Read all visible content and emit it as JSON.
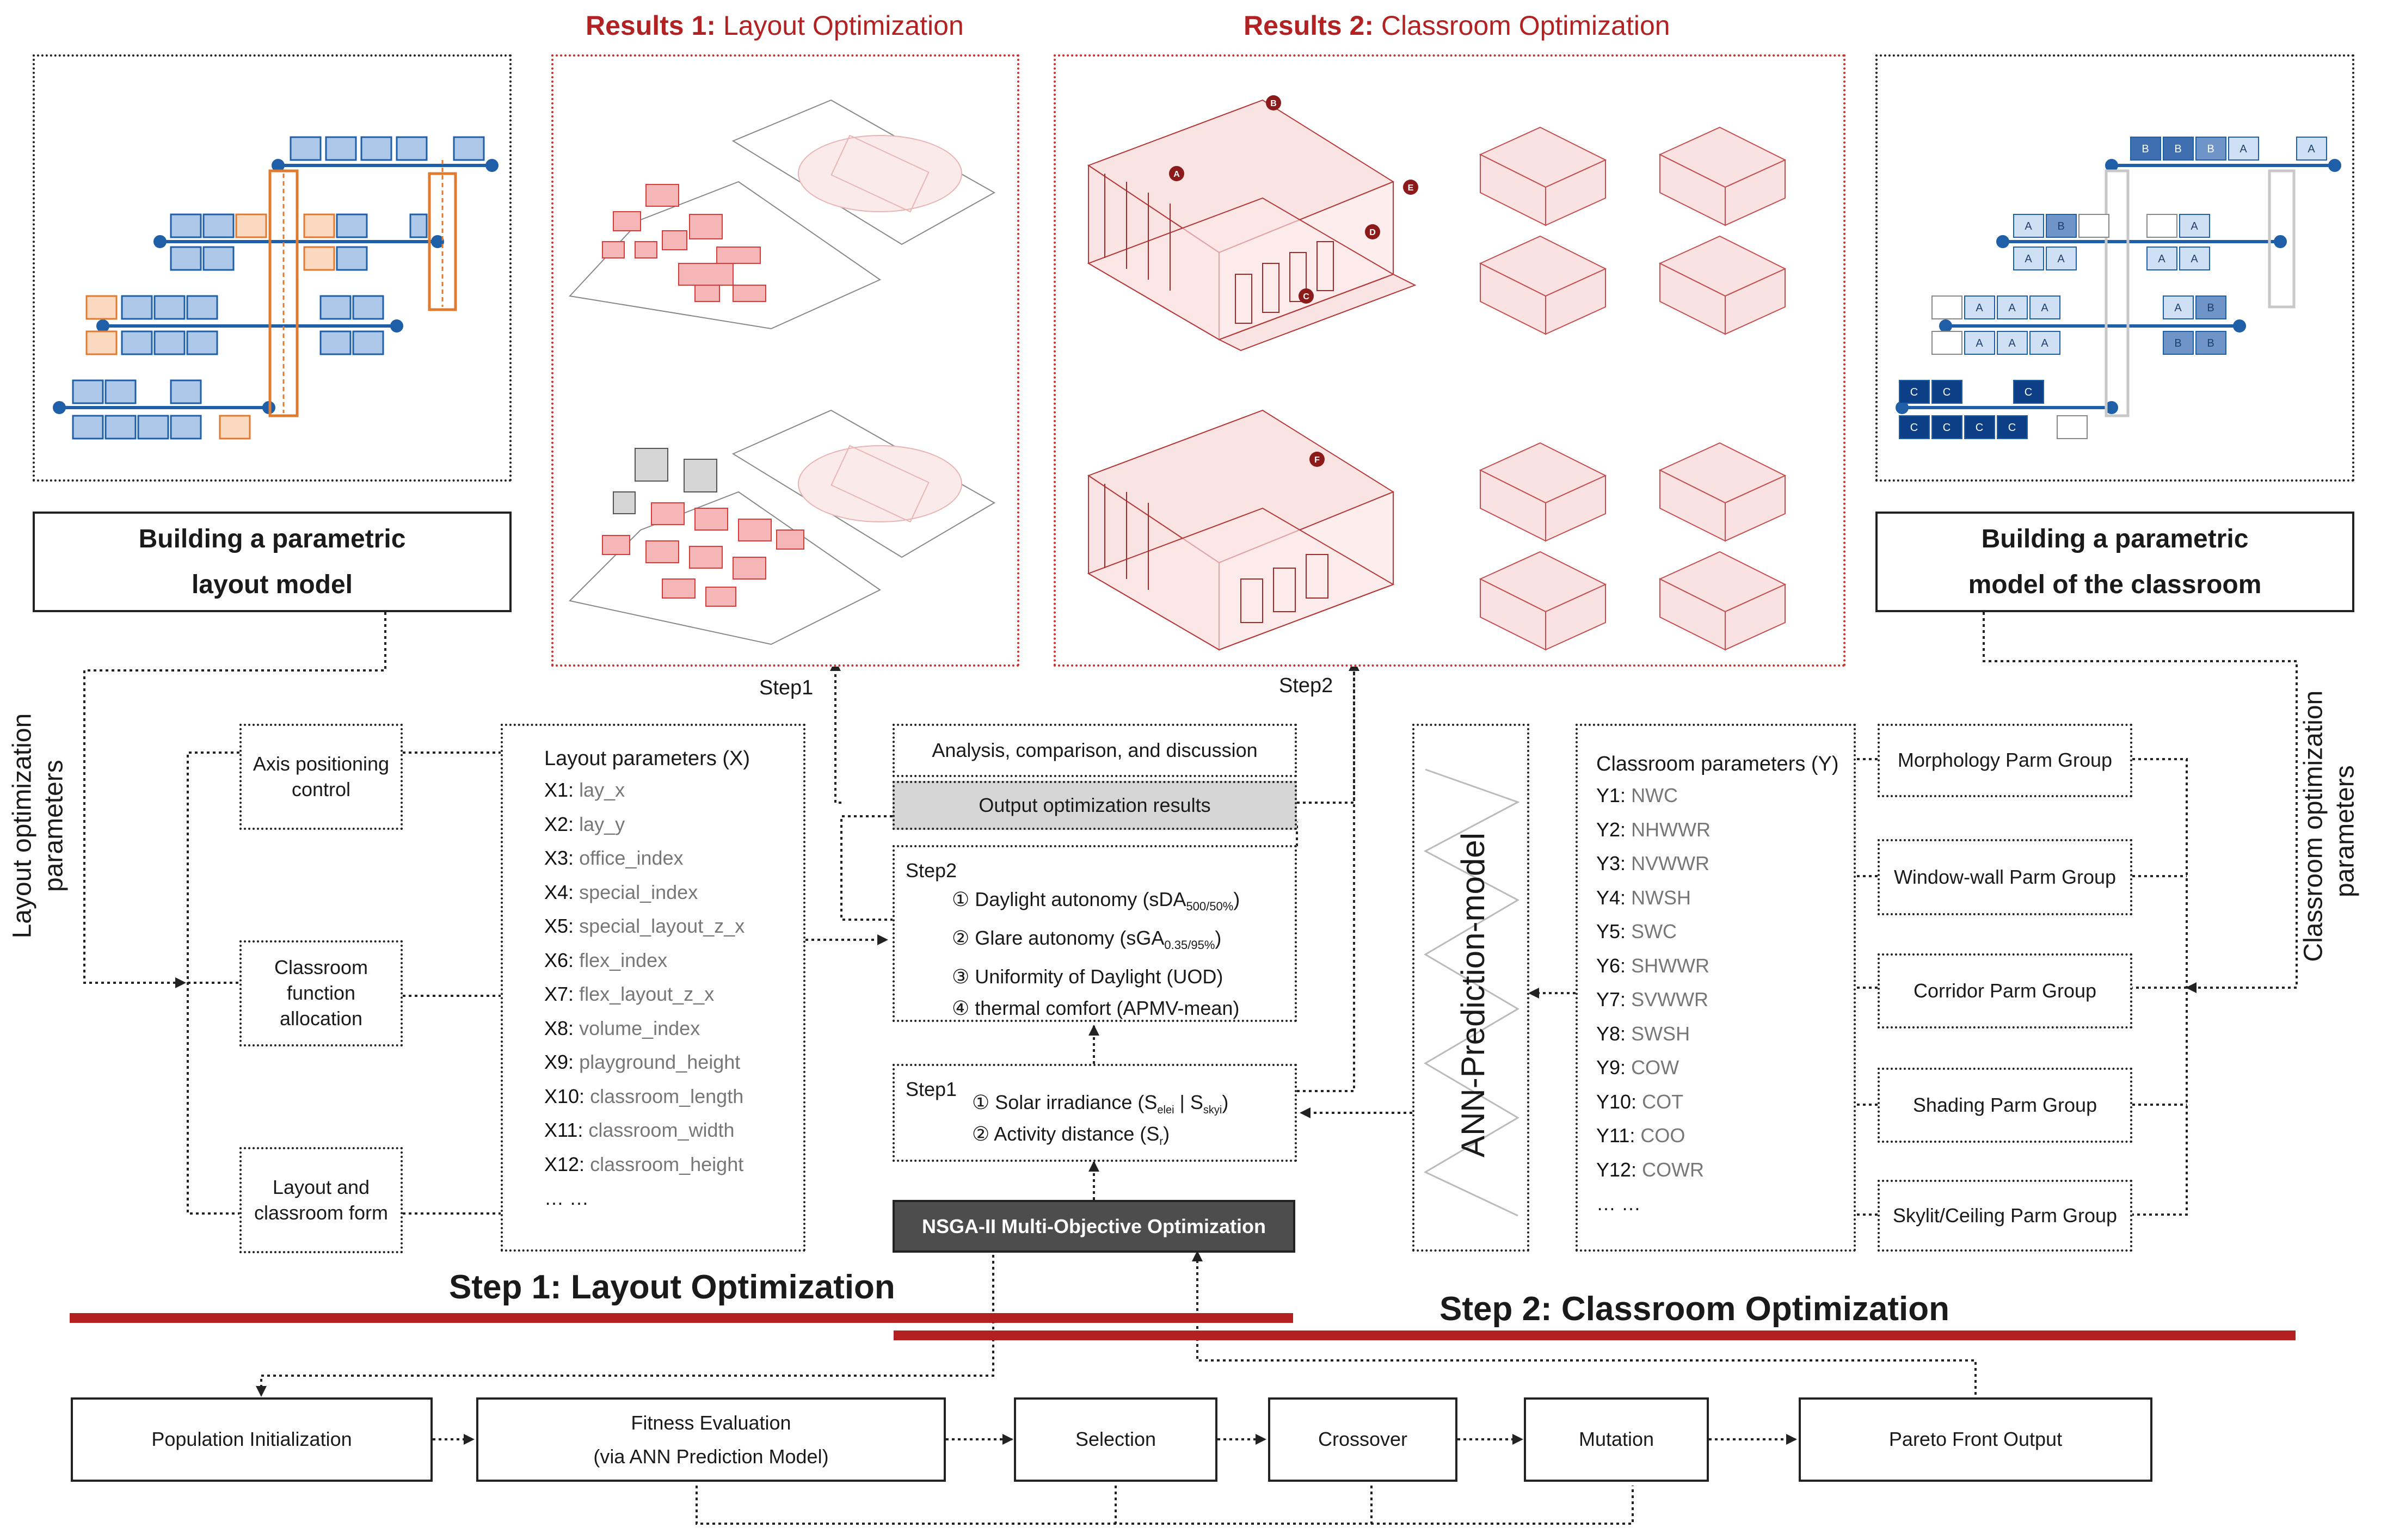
{
  "results": {
    "r1_prefix": "Results 1:",
    "r1_text": "Layout Optimization",
    "r2_prefix": "Results 2:",
    "r2_text": "Classroom Optimization"
  },
  "model_boxes": {
    "left": [
      "Building a parametric",
      "layout model"
    ],
    "right": [
      "Building a parametric",
      "model of the classroom"
    ]
  },
  "side_labels": {
    "left": [
      "Layout optimization",
      "parameters"
    ],
    "right": [
      "Classroom optimization",
      "parameters"
    ]
  },
  "step_markers": {
    "step1": "Step1",
    "step2": "Step2"
  },
  "layout_controls": [
    [
      "Axis positioning",
      "control"
    ],
    [
      "Classroom function",
      "allocation"
    ],
    [
      "Layout and",
      "classroom form"
    ]
  ],
  "layout_params": {
    "title": "Layout parameters (X)",
    "items": [
      {
        "k": "X1:",
        "v": "lay_x"
      },
      {
        "k": "X2:",
        "v": "lay_y"
      },
      {
        "k": "X3:",
        "v": "office_index"
      },
      {
        "k": "X4:",
        "v": "special_index"
      },
      {
        "k": "X5:",
        "v": "special_layout_z_x"
      },
      {
        "k": "X6:",
        "v": "flex_index"
      },
      {
        "k": "X7:",
        "v": "flex_layout_z_x"
      },
      {
        "k": "X8:",
        "v": "volume_index"
      },
      {
        "k": "X9:",
        "v": "playground_height"
      },
      {
        "k": "X10:",
        "v": "classroom_length"
      },
      {
        "k": "X11:",
        "v": "classroom_width"
      },
      {
        "k": "X12:",
        "v": "classroom_height"
      }
    ],
    "ellipsis": "… …"
  },
  "center": {
    "analysis": "Analysis, comparison, and discussion",
    "output": "Output optimization results",
    "step2_title": "Step2",
    "step2_items": [
      "① Daylight autonomy (sDA500/50%)",
      "② Glare autonomy (sGA0.35/95%)",
      "③ Uniformity of Daylight (UOD)",
      "④ thermal comfort (APMV-mean)"
    ],
    "step1_title": "Step1",
    "step1_items": [
      "① Solar irradiance  (Selei | Sskyi)",
      "② Activity distance  (Sr)"
    ],
    "nsga": "NSGA-II Multi-Objective Optimization"
  },
  "ann_label": "ANN-Prediction-model",
  "classroom_params": {
    "title": "Classroom parameters (Y)",
    "items": [
      {
        "k": "Y1:",
        "v": "NWC"
      },
      {
        "k": "Y2:",
        "v": "NHWWR"
      },
      {
        "k": "Y3:",
        "v": "NVWWR"
      },
      {
        "k": "Y4:",
        "v": "NWSH"
      },
      {
        "k": "Y5:",
        "v": "SWC"
      },
      {
        "k": "Y6:",
        "v": "SHWWR"
      },
      {
        "k": "Y7:",
        "v": "SVWWR"
      },
      {
        "k": "Y8:",
        "v": "SWSH"
      },
      {
        "k": "Y9:",
        "v": "COW"
      },
      {
        "k": "Y10:",
        "v": "COT"
      },
      {
        "k": "Y11:",
        "v": "COO"
      },
      {
        "k": "Y12:",
        "v": "COWR"
      }
    ],
    "ellipsis": "… …"
  },
  "parm_groups": [
    "Morphology Parm Group",
    "Window-wall Parm Group",
    "Corridor Parm Group",
    "Shading Parm Group",
    "Skylit/Ceiling Parm Group"
  ],
  "step_titles": {
    "step1": "Step 1: Layout Optimization",
    "step2": "Step 2: Classroom Optimization"
  },
  "pipeline": [
    "Population Initialization",
    "Fitness Evaluation",
    "(via ANN Prediction Model)",
    "Selection",
    "Crossover",
    "Mutation",
    "Pareto Front Output"
  ],
  "thumb_labels": {
    "classroom_markers": [
      "A",
      "B",
      "C",
      "D",
      "E",
      "F"
    ],
    "cell_letters": [
      "A",
      "B",
      "C"
    ]
  },
  "colors": {
    "accent_red": "#b22222",
    "blue_block": "#aec8ea",
    "orange_block": "#f4a460",
    "dark_header": "#4d4d4d",
    "output_gray": "#d6d6d6"
  }
}
